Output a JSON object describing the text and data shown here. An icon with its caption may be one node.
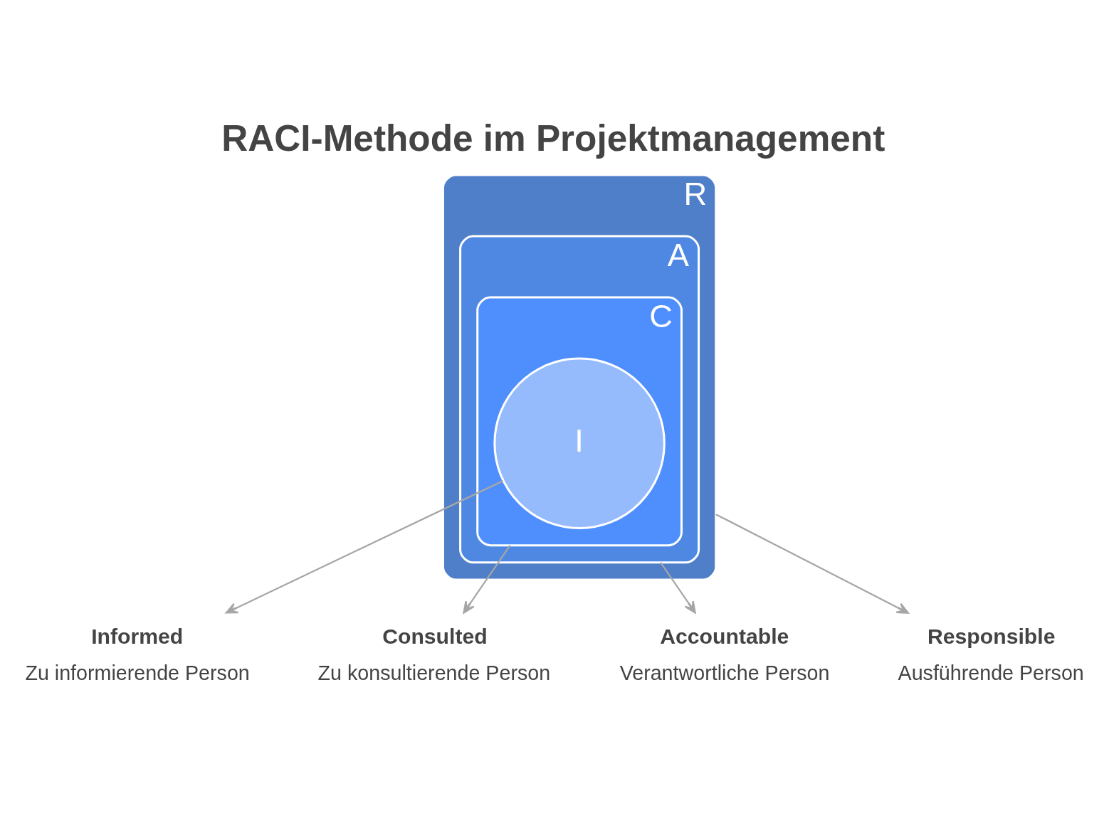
{
  "diagram": {
    "title": "RACI-Methode im Projektmanagement",
    "nodes": [
      {
        "text": [
          "R"
        ]
      },
      {
        "text": [
          "A"
        ],
        "in": 0
      },
      {
        "text": [
          "C"
        ],
        "in": 1
      },
      {
        "text": [
          "I"
        ],
        "in": 2
      },
      {
        "text": [
          "Informed",
          "Zu informierende Person"
        ]
      },
      {
        "text": [
          "Consulted",
          "Zu konsultierende Person"
        ]
      },
      {
        "text": [
          "Accountable",
          "Verantwortliche Person"
        ]
      },
      {
        "text": [
          "Responsible",
          "Ausführende Person"
        ]
      }
    ],
    "edges": [
      {
        "from": 3,
        "to": 4,
        "arrow": "to"
      },
      {
        "from": 2,
        "to": 5,
        "arrow": "to"
      },
      {
        "from": 1,
        "to": 6,
        "arrow": "to"
      },
      {
        "from": 0,
        "to": 7,
        "arrow": "to"
      }
    ]
  }
}
